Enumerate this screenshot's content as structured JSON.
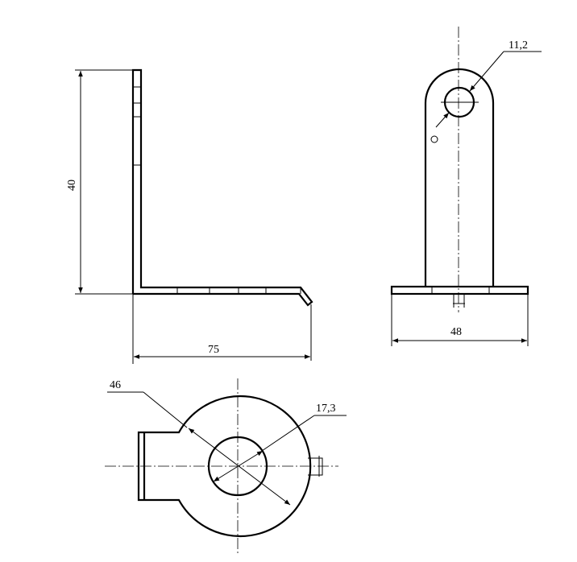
{
  "drawing": {
    "side_view": {
      "height_dim": "40",
      "length_dim": "75"
    },
    "front_view": {
      "hole_dim": "11,2",
      "width_dim": "48"
    },
    "top_view": {
      "outer_dim": "46",
      "inner_dim": "17,3"
    }
  },
  "colors": {
    "line": "#000000",
    "background": "#ffffff"
  }
}
